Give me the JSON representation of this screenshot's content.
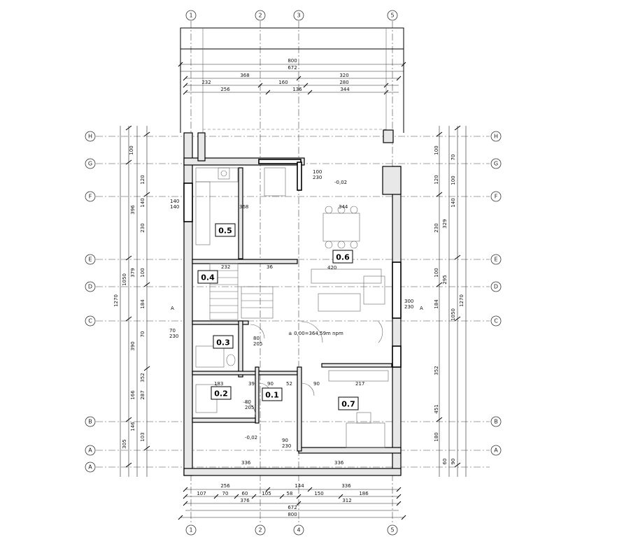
{
  "grid_axes": {
    "vertical": [
      "1",
      "2",
      "3",
      "5",
      "1",
      "2",
      "4",
      "5"
    ],
    "horizontal": [
      "H",
      "G",
      "F",
      "E",
      "D",
      "C",
      "B",
      "A",
      "A"
    ]
  },
  "rooms": [
    "0.5",
    "0.6",
    "0.4",
    "0.3",
    "0.2",
    "0.1",
    "0.7"
  ],
  "top_dims": {
    "row1": [
      "800"
    ],
    "row2": [
      "368",
      "672",
      "320"
    ],
    "row3": [
      "232",
      "160",
      "280"
    ],
    "row4": [
      "256",
      "136",
      "344"
    ]
  },
  "bottom_dims": {
    "row1": [
      "256",
      "144",
      "336"
    ],
    "row2": [
      "107",
      "70",
      "60",
      "105",
      "58",
      "150",
      "186"
    ],
    "row3": [
      "376",
      "312"
    ],
    "row4": [
      "672"
    ],
    "row5": [
      "800"
    ]
  },
  "left_dims": [
    "100",
    "120",
    "140",
    "230",
    "100",
    "379",
    "184",
    "70",
    "390",
    "166",
    "287",
    "146",
    "103",
    "305",
    "1050",
    "1270",
    "396",
    "352"
  ],
  "right_dims": [
    "100",
    "70",
    "120",
    "100",
    "230",
    "140",
    "329",
    "100",
    "295",
    "184",
    "1270",
    "1050",
    "352",
    "451",
    "180",
    "60",
    "90"
  ],
  "annotations": {
    "level_main": "± 0,00=364,59m npm",
    "level_a": "-0,02",
    "level_b": "-0,02",
    "section_left": "A",
    "section_right": "A",
    "d_100_230": "100\n230",
    "d_140_140": "140\n140",
    "d_368": "368",
    "d_344": "344",
    "d_300_230": "300\n230",
    "d_70_230": "70\n230",
    "d_90_230": "90\n230",
    "d_80_205a": "80\n205",
    "d_80_205b": "80\n205",
    "d_420": "420",
    "d_232": "232",
    "d_36": "36",
    "d_183": "183",
    "d_39": "39",
    "d_90a": "90",
    "d_52": "52",
    "d_90b": "90",
    "d_217": "217",
    "d_336a": "336",
    "d_336b": "336"
  }
}
